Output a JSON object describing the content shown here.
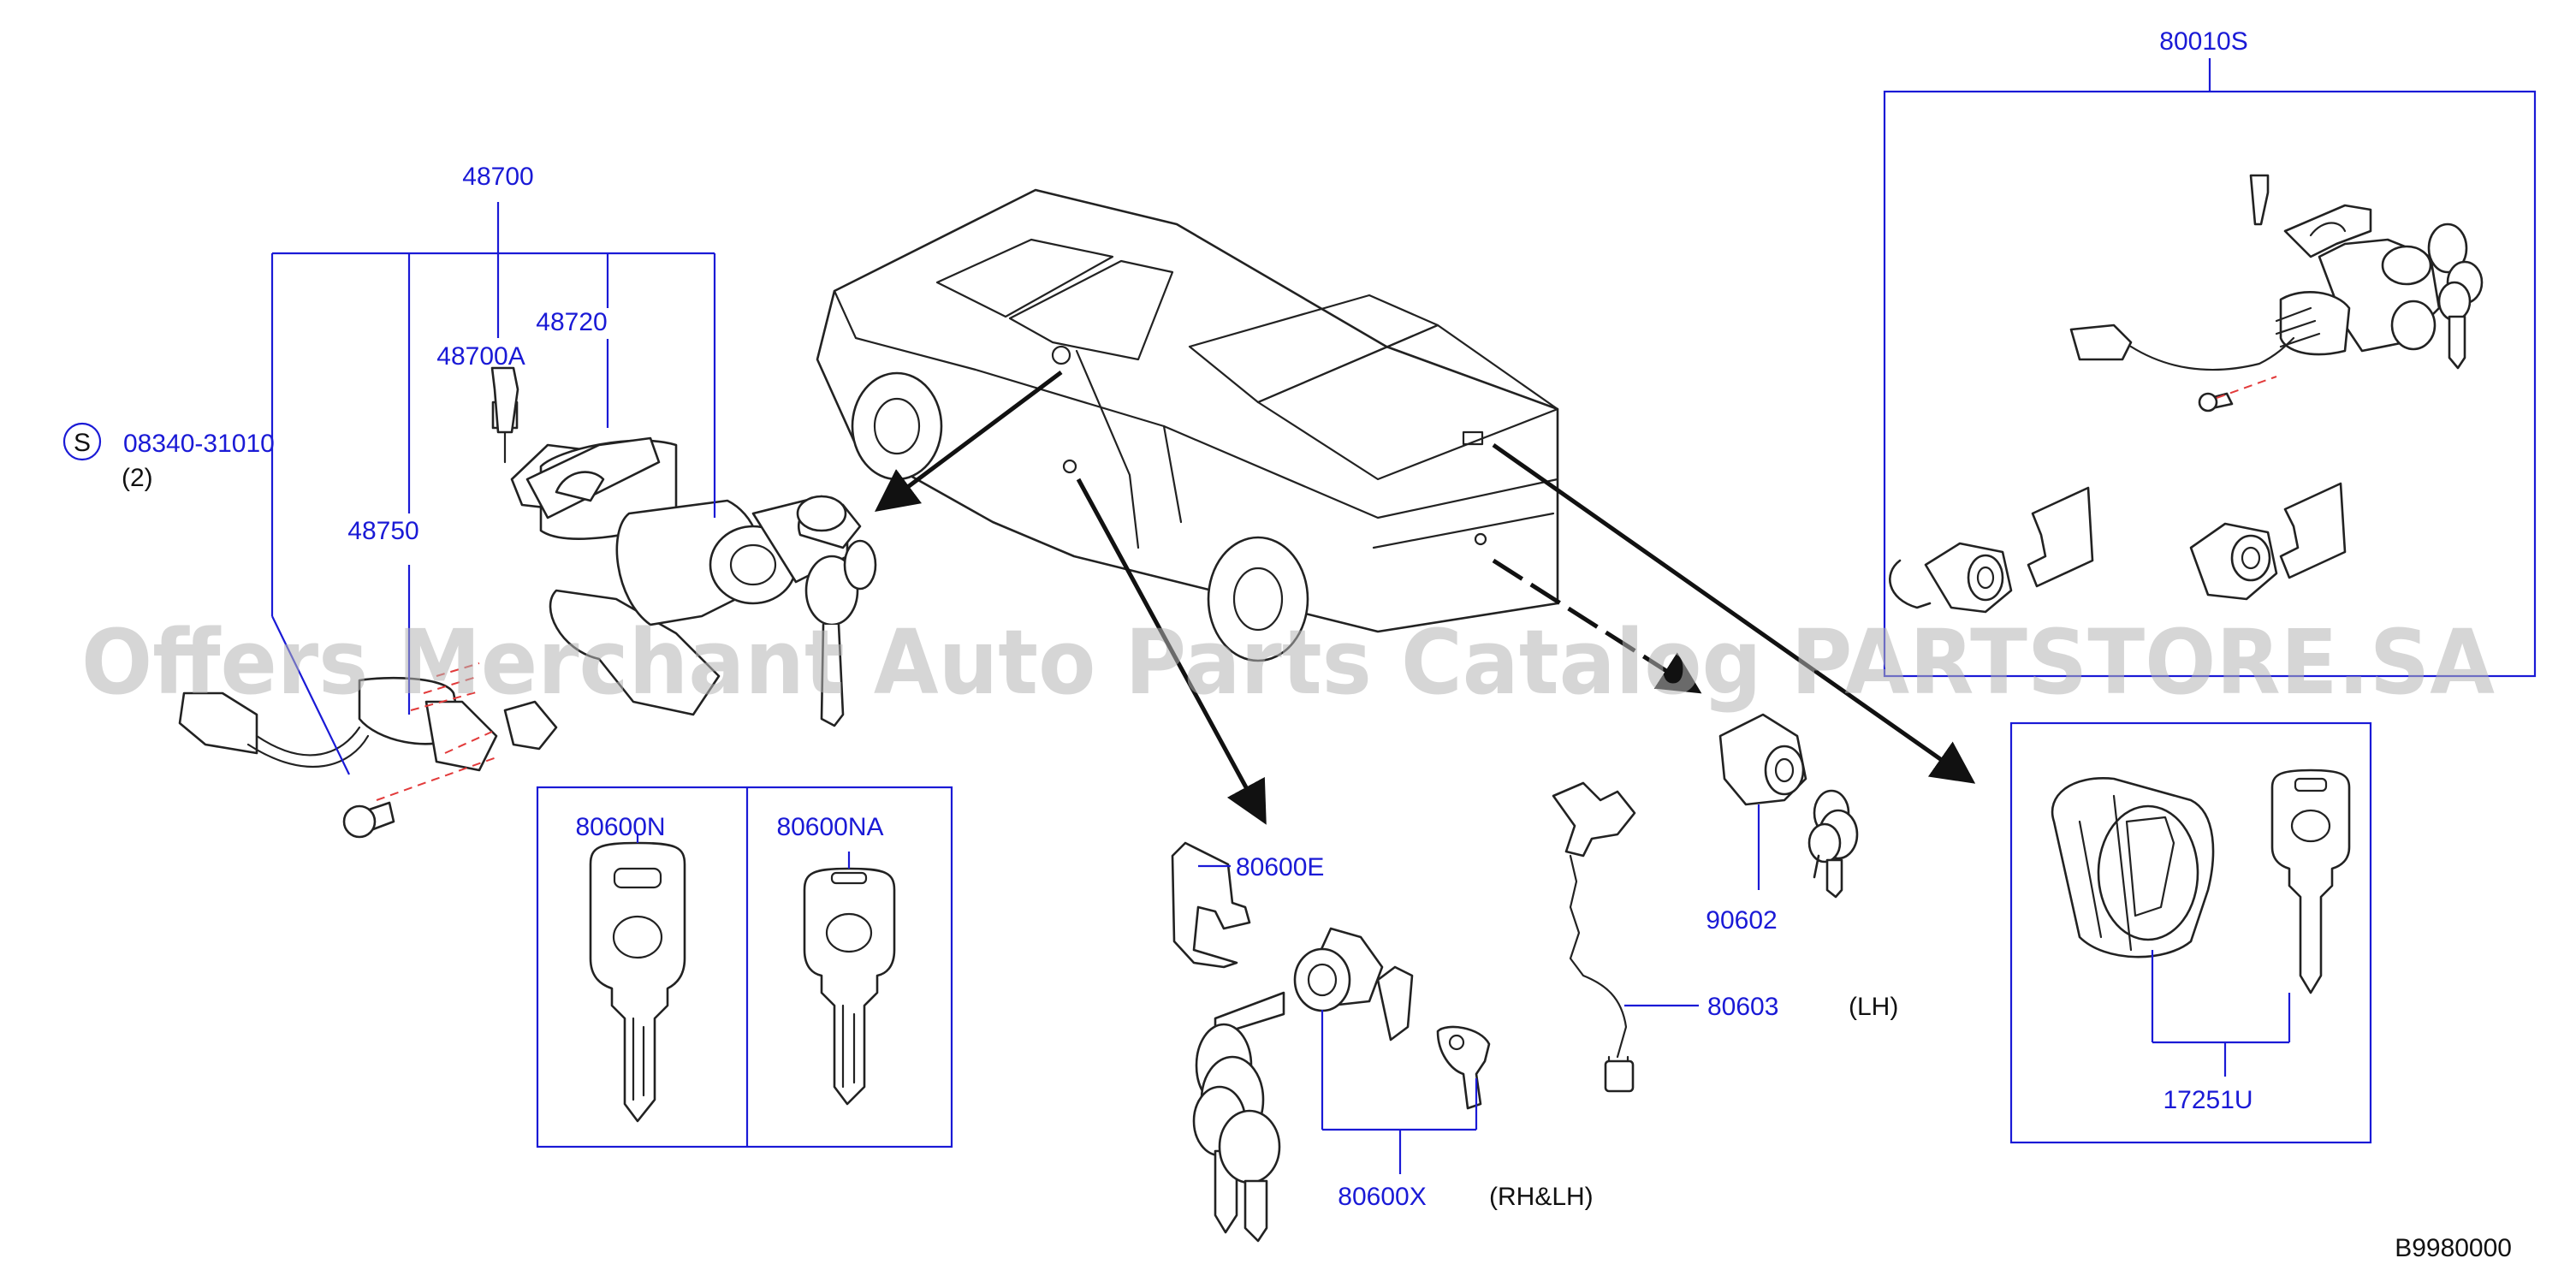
{
  "watermark": "Offers Merchant Auto Parts Catalog PARTSTORE.SA",
  "diagram_code": "B9980000",
  "callouts": {
    "p48700": "48700",
    "p48720": "48720",
    "p48700a": "48700A",
    "p48750": "48750",
    "s_symbol": "S",
    "screw": "08340-31010",
    "screw_qty": "(2)",
    "p80600n": "80600N",
    "p80600na": "80600NA",
    "p80600e": "80600E",
    "p80600x": "80600X",
    "rh_lh": "(RH&LH)",
    "p90602": "90602",
    "p80603": "80603",
    "lh": "(LH)",
    "p80010s": "80010S",
    "p17251u": "17251U"
  },
  "colors": {
    "callout": "#1a1ad6",
    "drawing": "#222222",
    "watermark": "#b5b5b5",
    "dashed": "#e23a3a"
  }
}
